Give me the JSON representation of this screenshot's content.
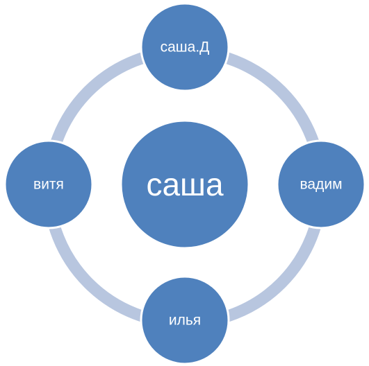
{
  "colors": {
    "node_fill": "#4f81bd",
    "node_stroke": "#ffffff",
    "ring": "#b8c6df",
    "background": "#ffffff",
    "label": "#ffffff"
  },
  "diagram": {
    "type": "radial-cycle",
    "center": {
      "label": "саша"
    },
    "nodes": [
      {
        "id": "top",
        "label": "саша.Д"
      },
      {
        "id": "right",
        "label": "вадим"
      },
      {
        "id": "bottom",
        "label": "илья"
      },
      {
        "id": "left",
        "label": "витя"
      }
    ]
  }
}
